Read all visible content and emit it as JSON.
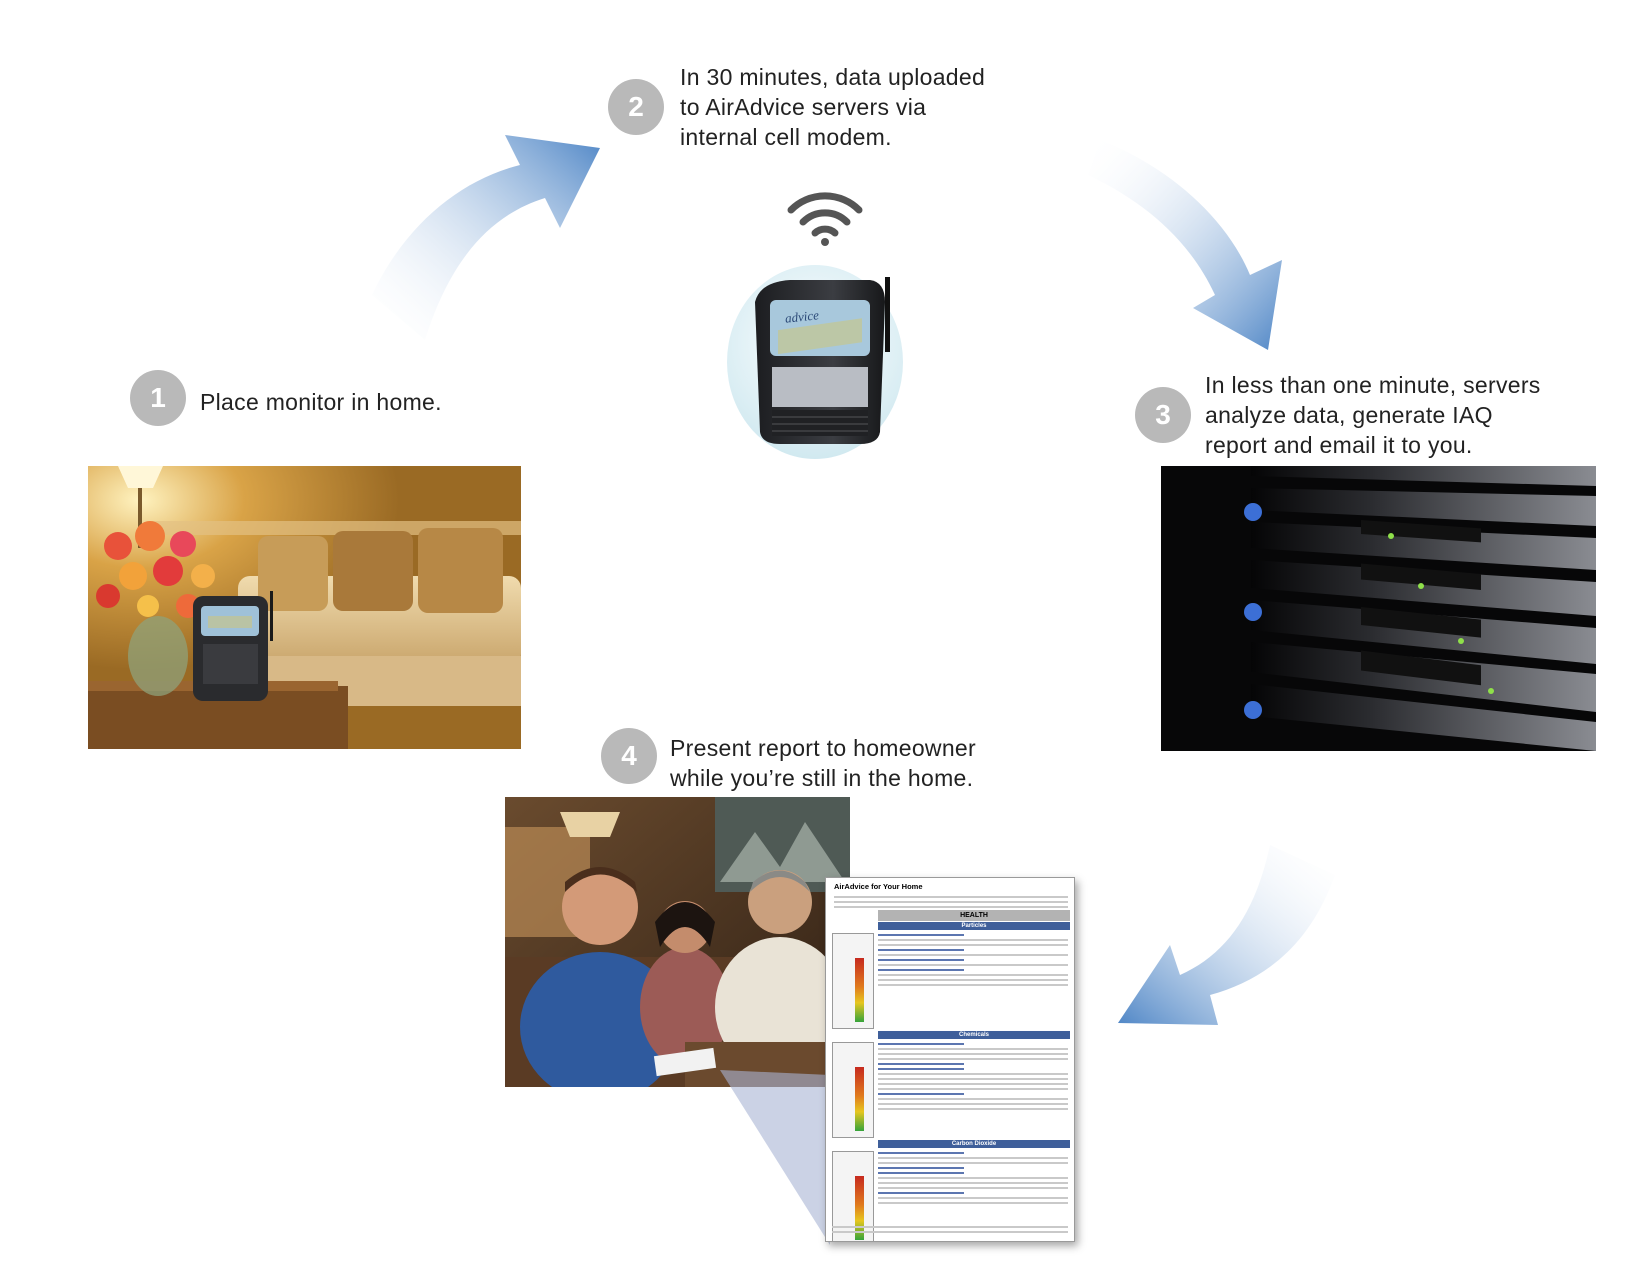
{
  "steps": [
    {
      "number": "1",
      "text": "Place monitor in home."
    },
    {
      "number": "2",
      "text": "In 30 minutes, data uploaded\nto AirAdvice servers via\ninternal cell modem."
    },
    {
      "number": "3",
      "text": "In less than one minute, servers\nanalyze data, generate IAQ\nreport and email it to you."
    },
    {
      "number": "4",
      "text": "Present report to homeowner\nwhile you’re still in the home."
    }
  ],
  "device": {
    "brand": "advice"
  },
  "report": {
    "title": "AirAdvice for Your Home",
    "health_label": "HEALTH",
    "sections": [
      "Particles",
      "Chemicals",
      "Carbon Dioxide"
    ]
  },
  "colors": {
    "arrow_blue": "#4f86c6",
    "badge_gray": "#b9b9b9",
    "report_band": "#3f5f9a"
  }
}
